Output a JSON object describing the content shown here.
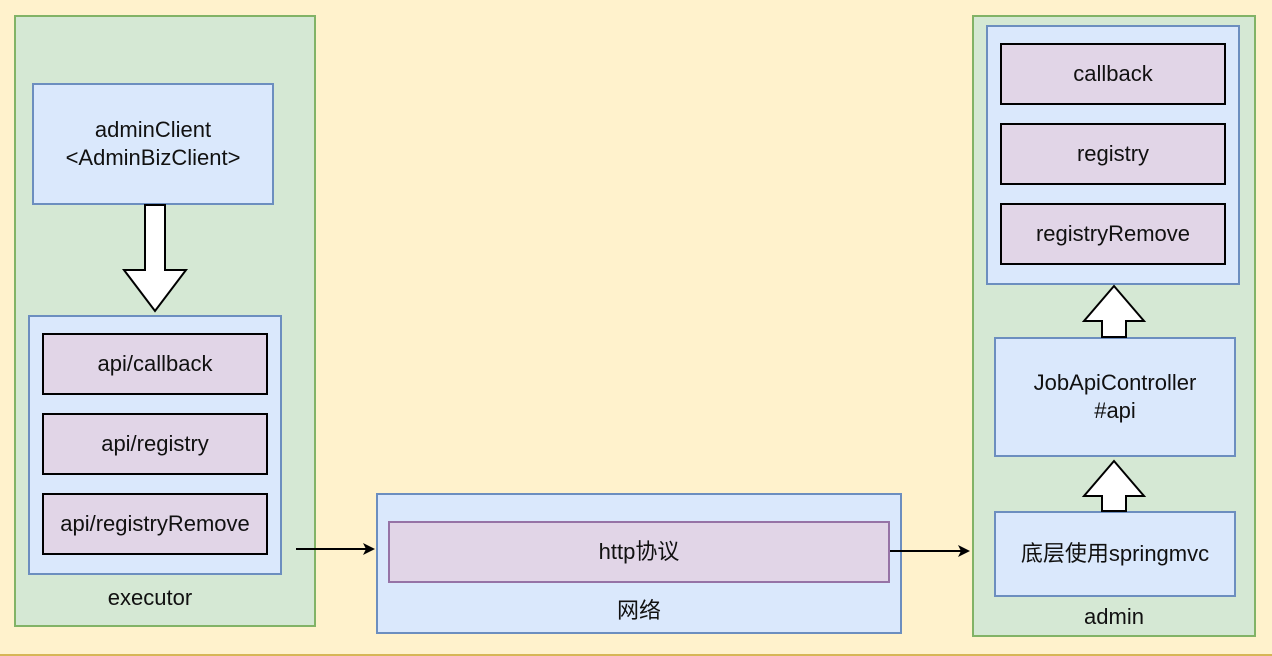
{
  "executor": {
    "label": "executor",
    "admin_client_line1": "adminClient",
    "admin_client_line2": "<AdminBizClient>",
    "api_items": [
      "api/callback",
      "api/registry",
      "api/registryRemove"
    ]
  },
  "network": {
    "label": "网络",
    "protocol": "http协议"
  },
  "admin": {
    "label": "admin",
    "handlers": [
      "callback",
      "registry",
      "registryRemove"
    ],
    "controller_line1": "JobApiController",
    "controller_line2": "#api",
    "base": "底层使用springmvc"
  },
  "colors": {
    "background": "#fff2cc",
    "container_fill": "#d5e8d4",
    "container_border": "#82b366",
    "box_fill": "#dae8fc",
    "box_border": "#6c8ebf",
    "item_fill": "#e1d5e7",
    "item_border_protocol": "#9673a6"
  }
}
